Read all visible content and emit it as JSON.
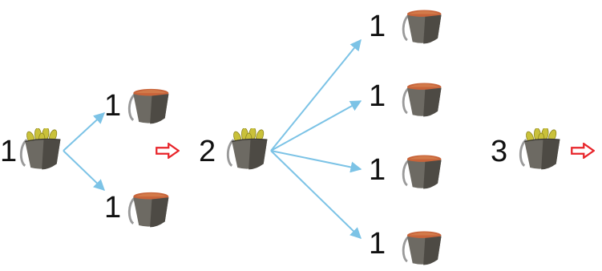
{
  "colors": {
    "arrow": "#7cc3e6",
    "implies_arrow": "#e8242a",
    "basket_body": "#6d6a63",
    "basket_shade": "#4d4a44",
    "basket_handle": "#9a9a9a",
    "grain_orange": "#c8643a",
    "grain_yellow": "#c9c13a"
  },
  "icons": {
    "full_basket": "basket-with-yellow-corn-icon",
    "half_basket": "basket-with-orange-grain-icon",
    "implies": "hollow-red-right-arrow-icon"
  },
  "groups": [
    {
      "root": {
        "count": "1",
        "basket": "full"
      },
      "branches": [
        {
          "count": "1",
          "basket": "half"
        },
        {
          "count": "1",
          "basket": "half"
        }
      ]
    },
    {
      "root": {
        "count": "2",
        "basket": "full"
      },
      "branches": [
        {
          "count": "1",
          "basket": "half"
        },
        {
          "count": "1",
          "basket": "half"
        },
        {
          "count": "1",
          "basket": "half"
        },
        {
          "count": "1",
          "basket": "half"
        }
      ]
    },
    {
      "root": {
        "count": "3",
        "basket": "full"
      },
      "branches": []
    }
  ]
}
